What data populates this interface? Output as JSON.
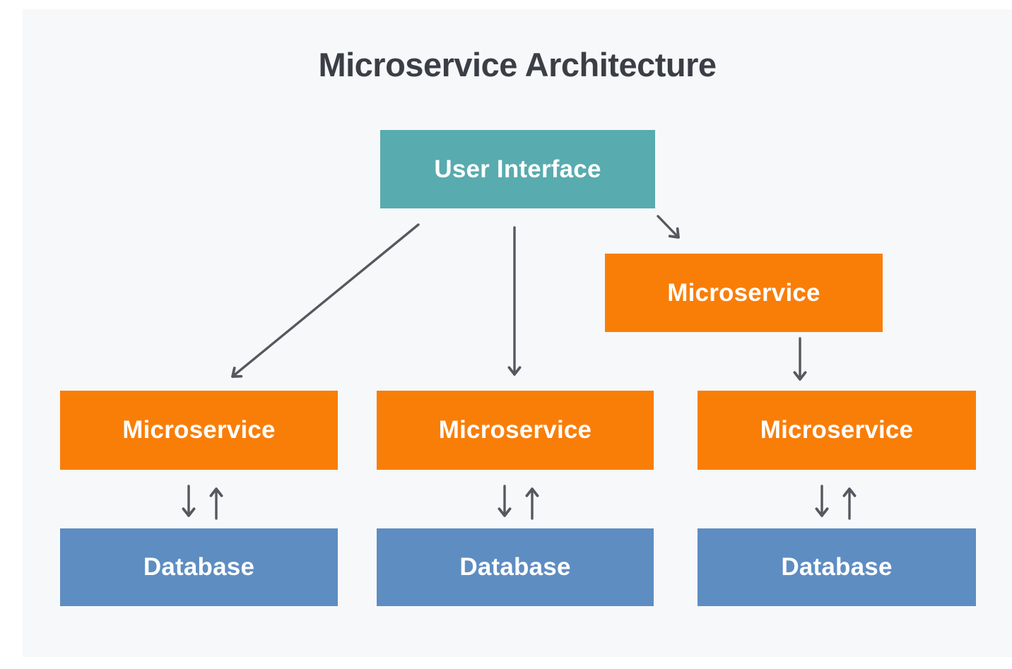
{
  "title": "Microservice Architecture",
  "colors": {
    "page_background": "#ffffff",
    "panel_background": "#f7f8fa",
    "teal": "#58abae",
    "orange": "#f97e08",
    "blue": "#5e8dc2",
    "arrow": "#55585e",
    "title_text": "#3b3e45",
    "box_text": "#ffffff"
  },
  "nodes": {
    "user_interface": {
      "label": "User Interface"
    },
    "microservice_top_right": {
      "label": "Microservice"
    },
    "microservice_left": {
      "label": "Microservice"
    },
    "microservice_middle": {
      "label": "Microservice"
    },
    "microservice_right": {
      "label": "Microservice"
    },
    "database_left": {
      "label": "Database"
    },
    "database_middle": {
      "label": "Database"
    },
    "database_right": {
      "label": "Database"
    }
  },
  "icons": {
    "down_arrow": "↓",
    "up_arrow": "↑",
    "down_left_arrow": "↙",
    "down_right_arrow": "↘"
  }
}
